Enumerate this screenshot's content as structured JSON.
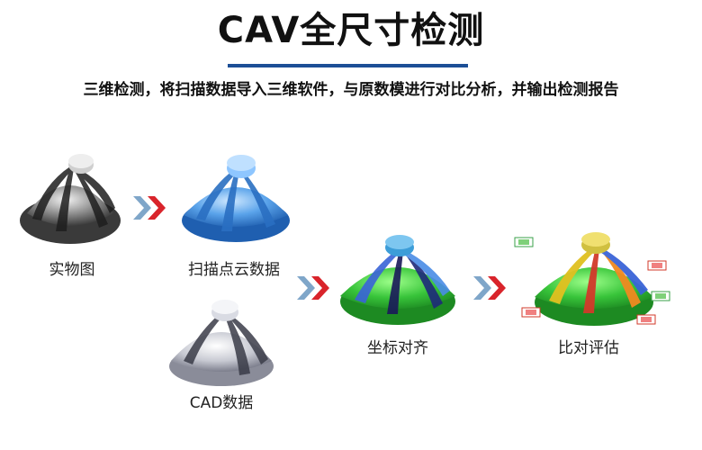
{
  "header": {
    "title": "CAV全尺寸检测",
    "subtitle": "三维检测，将扫描数据导入三维软件，与原数模进行对比分析，并输出检测报告"
  },
  "steps": {
    "physical": {
      "label": "实物图"
    },
    "scan": {
      "label": "扫描点云数据"
    },
    "cad": {
      "label": "CAD数据"
    },
    "align": {
      "label": "坐标对齐"
    },
    "compare": {
      "label": "比对评估"
    }
  },
  "colors": {
    "accent_rule": "#1c4f96",
    "arrow_light": "#7fa6c9",
    "arrow_red": "#d9242b"
  }
}
